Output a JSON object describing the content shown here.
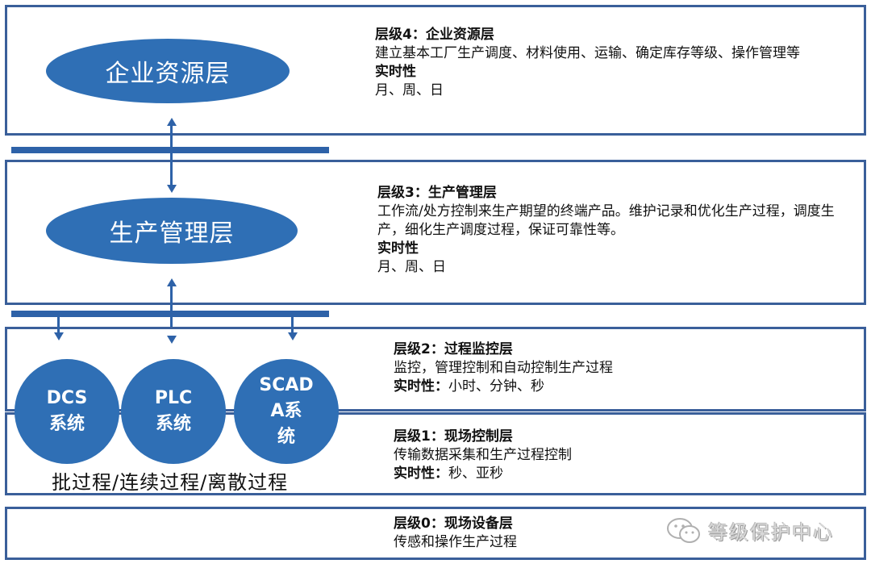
{
  "levels": [
    {
      "heading": "层级4：企业资源层",
      "description": "建立基本工厂生产调度、材料使用、运输、确定库存等级、操作管理等",
      "realtime_label": "实时性",
      "realtime_value": "月、周、日"
    },
    {
      "heading": "层级3：生产管理层",
      "description": "工作流/处方控制来生产期望的终端产品。维护记录和优化生产过程，调度生产，细化生产调度过程，保证可靠性等。",
      "realtime_label": "实时性",
      "realtime_value": "月、周、日"
    },
    {
      "heading": "层级2：过程监控层",
      "description": "监控，管理控制和自动控制生产过程",
      "realtime_label": "实时性：",
      "realtime_value": "小时、分钟、秒"
    },
    {
      "heading": "层级1：现场控制层",
      "description": "传输数据采集和生产过程控制",
      "realtime_label": "实时性：",
      "realtime_value": "秒、亚秒"
    },
    {
      "heading": "层级0：现场设备层",
      "description": "传感和操作生产过程"
    }
  ],
  "ellipses": {
    "enterprise": "企业资源层",
    "production": "生产管理层"
  },
  "systems": [
    {
      "line1": "DCS",
      "line2": "系统"
    },
    {
      "line1": "PLC",
      "line2": "系统"
    },
    {
      "line1": "SCAD",
      "line2": "A系",
      "line3": "统"
    }
  ],
  "process_caption": "批过程/连续过程/离散过程",
  "watermark": "等级保护中心",
  "colors": {
    "primary": "#2f6fb5",
    "border": "#3a5f9a"
  }
}
